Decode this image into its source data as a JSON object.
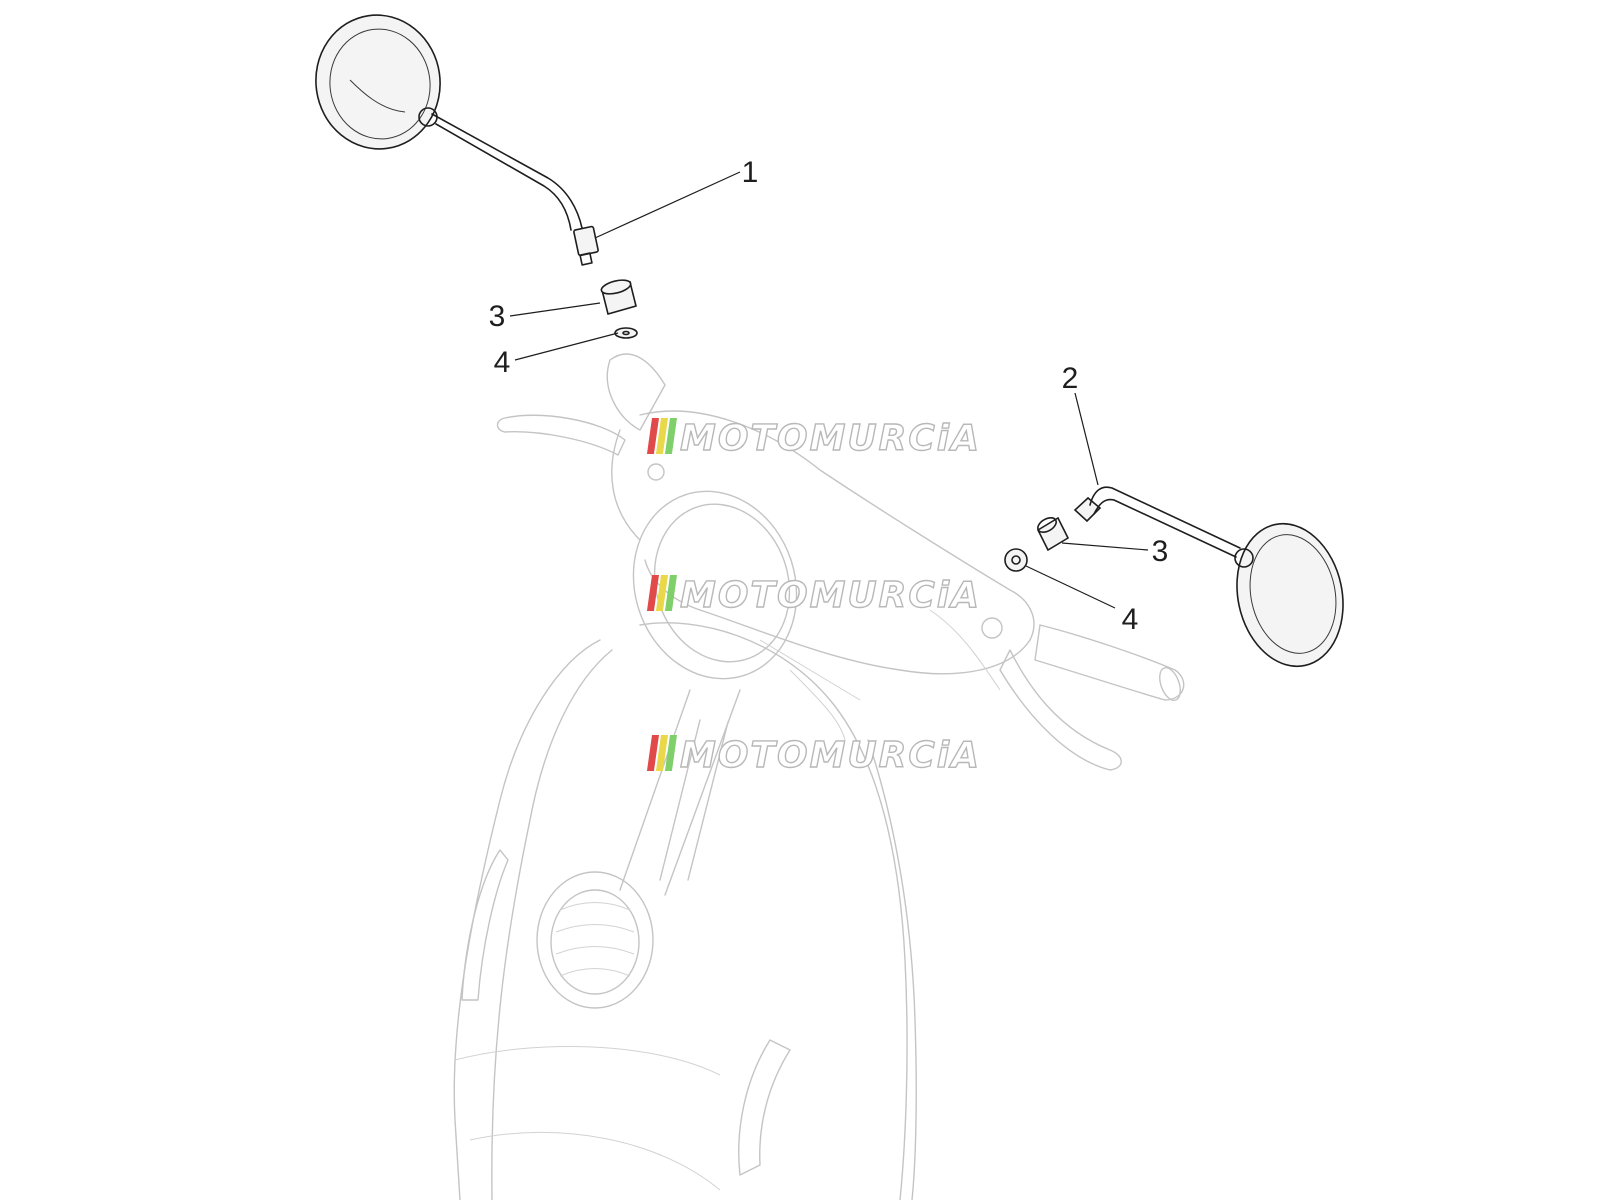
{
  "callouts": [
    {
      "id": "c1",
      "label": "1",
      "part": "left-mirror"
    },
    {
      "id": "c2",
      "label": "2",
      "part": "right-mirror"
    },
    {
      "id": "c3a",
      "label": "3",
      "part": "left-adapter-nut"
    },
    {
      "id": "c3b",
      "label": "3",
      "part": "right-adapter-nut"
    },
    {
      "id": "c4a",
      "label": "4",
      "part": "left-washer"
    },
    {
      "id": "c4b",
      "label": "4",
      "part": "right-washer"
    }
  ],
  "watermarks": [
    {
      "text": "MOTOMURCiA"
    },
    {
      "text": "MOTOMURCiA"
    },
    {
      "text": "MOTOMURCiA"
    }
  ],
  "colors": {
    "part_line": "#1e1e1e",
    "ghost_line": "#c4c4c4",
    "watermark_red": "#e04a4a",
    "watermark_yellow": "#e8d84a",
    "watermark_green": "#7fcf6a"
  }
}
